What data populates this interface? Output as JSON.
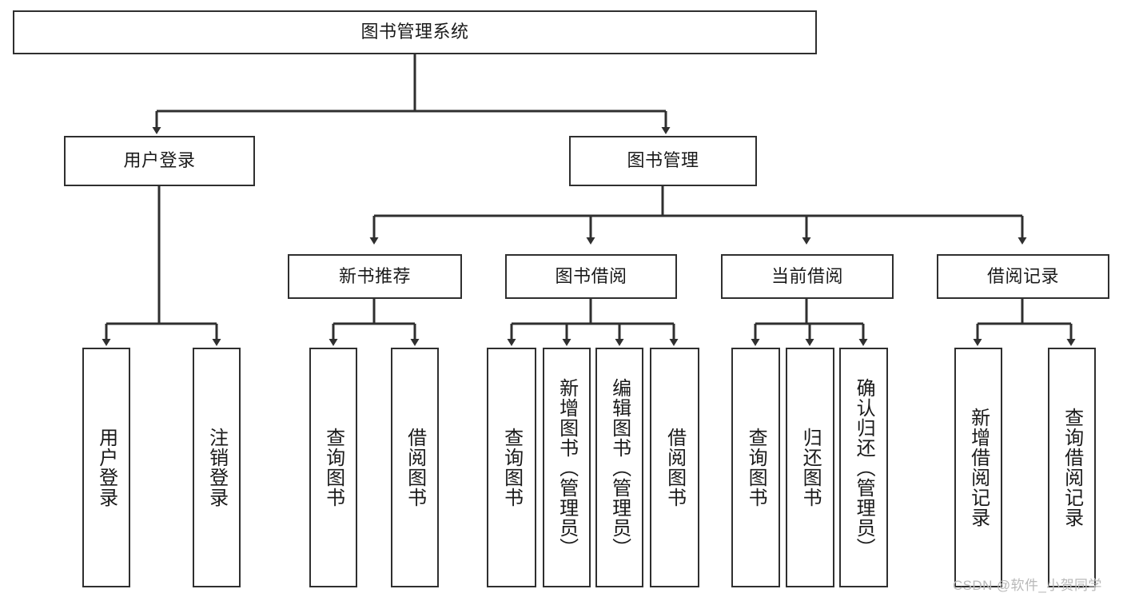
{
  "diagram": {
    "type": "tree-hierarchy",
    "title": "图书管理系统",
    "root": {
      "id": "root",
      "label": "图书管理系统",
      "orientation": "horizontal"
    },
    "level2": [
      {
        "id": "user-login",
        "label": "用户登录",
        "orientation": "horizontal"
      },
      {
        "id": "book-manage",
        "label": "图书管理",
        "orientation": "horizontal"
      }
    ],
    "level3": [
      {
        "id": "new-book-recommend",
        "label": "新书推荐",
        "orientation": "horizontal",
        "parent": "book-manage"
      },
      {
        "id": "book-borrow",
        "label": "图书借阅",
        "orientation": "horizontal",
        "parent": "book-manage"
      },
      {
        "id": "current-borrow",
        "label": "当前借阅",
        "orientation": "horizontal",
        "parent": "book-manage"
      },
      {
        "id": "borrow-record",
        "label": "借阅记录",
        "orientation": "horizontal",
        "parent": "book-manage"
      }
    ],
    "leaves": {
      "user_login": [
        {
          "id": "leaf-user-login",
          "label": "用户登录",
          "orientation": "vertical"
        },
        {
          "id": "leaf-user-logout",
          "label": "注销登录",
          "orientation": "vertical"
        }
      ],
      "new_book_recommend": [
        {
          "id": "leaf-query-book-1",
          "label": "查询图书",
          "orientation": "vertical"
        },
        {
          "id": "leaf-borrow-book-1",
          "label": "借阅图书",
          "orientation": "vertical"
        }
      ],
      "book_borrow": [
        {
          "id": "leaf-query-book-2",
          "label": "查询图书",
          "orientation": "vertical"
        },
        {
          "id": "leaf-add-book",
          "label": "新增图书（管理员）",
          "orientation": "vertical"
        },
        {
          "id": "leaf-edit-book",
          "label": "编辑图书（管理员）",
          "orientation": "vertical"
        },
        {
          "id": "leaf-borrow-book-2",
          "label": "借阅图书",
          "orientation": "vertical"
        }
      ],
      "current_borrow": [
        {
          "id": "leaf-query-book-3",
          "label": "查询图书",
          "orientation": "vertical"
        },
        {
          "id": "leaf-return-book",
          "label": "归还图书",
          "orientation": "vertical"
        },
        {
          "id": "leaf-confirm-return",
          "label": "确认归还（管理员）",
          "orientation": "vertical"
        }
      ],
      "borrow_record": [
        {
          "id": "leaf-add-record",
          "label": "新增借阅记录",
          "orientation": "vertical"
        },
        {
          "id": "leaf-query-record",
          "label": "查询借阅记录",
          "orientation": "vertical"
        }
      ]
    },
    "colors": {
      "background": "#ffffff",
      "box_border": "#2f2f2f",
      "box_fill": "#ffffff",
      "connector": "#2f2f2f",
      "text": "#1a1a1a",
      "watermark": "#b9b9b9"
    }
  },
  "watermark": {
    "text": "CSDN @软件_小贺同学"
  }
}
